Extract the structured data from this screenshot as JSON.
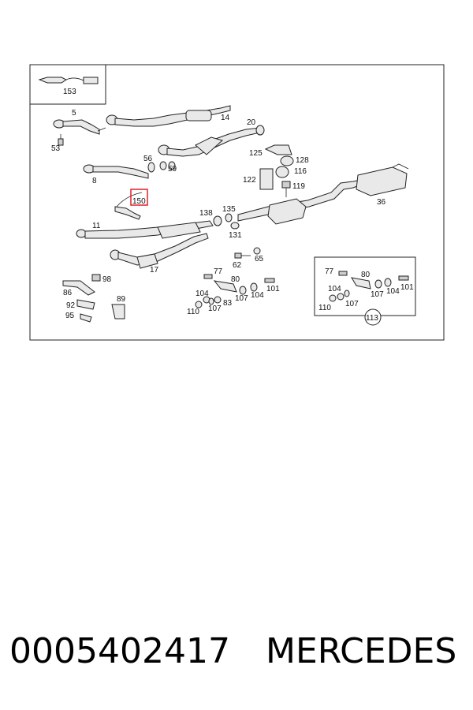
{
  "diagram": {
    "callouts": {
      "c153": "153",
      "c5": "5",
      "c14": "14",
      "c20": "20",
      "c53": "53",
      "c125": "125",
      "c128": "128",
      "c116": "116",
      "c56": "56",
      "c59": "59",
      "c8": "8",
      "c122": "122",
      "c119": "119",
      "c150": "150",
      "c36": "36",
      "c138": "138",
      "c135": "135",
      "c11": "11",
      "c131": "131",
      "c62": "62",
      "c65": "65",
      "c17": "17",
      "c98": "98",
      "c86": "86",
      "c77a": "77",
      "c80a": "80",
      "c89": "89",
      "c92": "92",
      "c95": "95",
      "c104a": "104",
      "c101a": "101",
      "c107a": "107",
      "c104b": "104",
      "c83": "83",
      "c110a": "110",
      "c107b": "107",
      "c77b": "77",
      "c80b": "80",
      "c104c": "104",
      "c107c": "107",
      "c104d": "104",
      "c101b": "101",
      "c110b": "110",
      "c107d": "107",
      "c113": "113"
    },
    "highlight_color": "#e0202a"
  },
  "caption": {
    "part_number": "0005402417",
    "brand": "MERCEDES"
  }
}
